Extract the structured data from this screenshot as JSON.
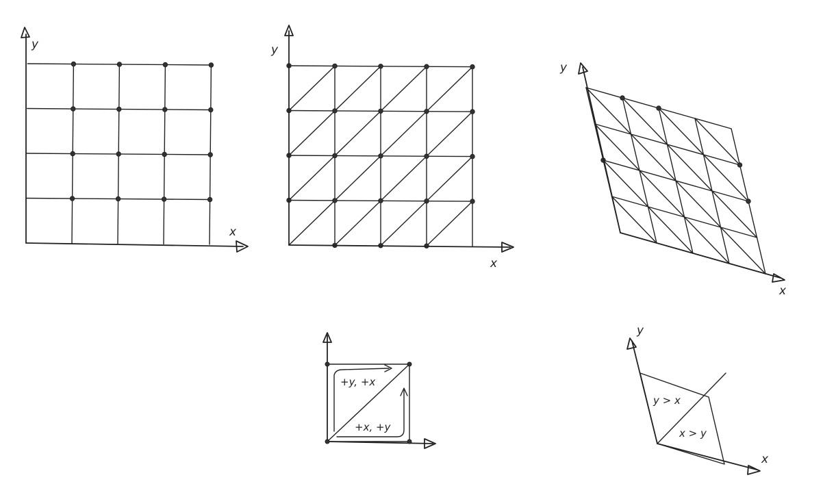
{
  "figure_a": {
    "x_label": "x",
    "y_label": "y",
    "cells": 4
  },
  "figure_b": {
    "x_label": "x",
    "y_label": "y",
    "cells": 4
  },
  "figure_c": {
    "x_label": "x",
    "y_label": "y",
    "cells": 4
  },
  "figure_d": {
    "upper_label": "+y, +x",
    "lower_label": "+x, +y"
  },
  "figure_e": {
    "x_label": "x",
    "y_label": "y",
    "upper_label": "y > x",
    "lower_label": "x > y"
  },
  "colors": {
    "ink": "#222222",
    "paper": "#ffffff"
  }
}
